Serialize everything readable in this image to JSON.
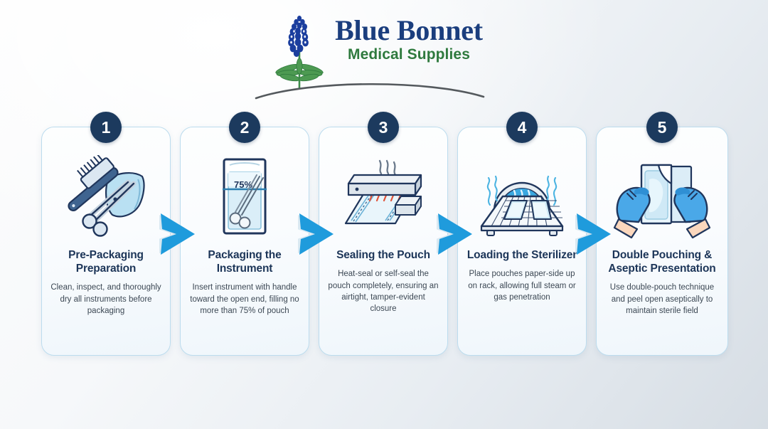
{
  "logo": {
    "title": "Blue Bonnet",
    "subtitle": "Medical Supplies",
    "flower_icon": "bluebonnet-flower-icon",
    "title_color": "#1b3e7e",
    "subtitle_color": "#2f7a3e"
  },
  "theme": {
    "badge_bg": "#1c3a5e",
    "card_border": "#bcdcee",
    "arrow_color": "#1f9bdc",
    "title_color": "#1c3558",
    "body_color": "#3c4854"
  },
  "steps": [
    {
      "number": "1",
      "title": "Pre-Packaging Preparation",
      "description": "Clean, inspect, and thoroughly dry all instruments before packaging",
      "icon": "brush-cloth-forceps-icon"
    },
    {
      "number": "2",
      "title": "Packaging the Instrument",
      "description": "Insert instrument with handle toward the open end, filling no more than 75% of pouch",
      "icon": "pouch-with-instrument-icon",
      "icon_label": "75%"
    },
    {
      "number": "3",
      "title": "Sealing the Pouch",
      "description": "Heat-seal or self-seal the pouch completely, ensuring an airtight, tamper-evident closure",
      "icon": "heat-sealer-icon"
    },
    {
      "number": "4",
      "title": "Loading the Sterilizer",
      "description": "Place pouches paper-side up on rack, allowing full steam or gas penetration",
      "icon": "autoclave-rack-icon"
    },
    {
      "number": "5",
      "title": "Double Pouching & Aseptic Presentation",
      "description": "Use double-pouch technique and peel open aseptically to maintain sterile field",
      "icon": "gloved-hands-peel-pouch-icon"
    }
  ],
  "arrows": [
    {
      "name": "arrow-step-1-to-2"
    },
    {
      "name": "arrow-step-2-to-3"
    },
    {
      "name": "arrow-step-3-to-4"
    },
    {
      "name": "arrow-step-4-to-5"
    }
  ]
}
